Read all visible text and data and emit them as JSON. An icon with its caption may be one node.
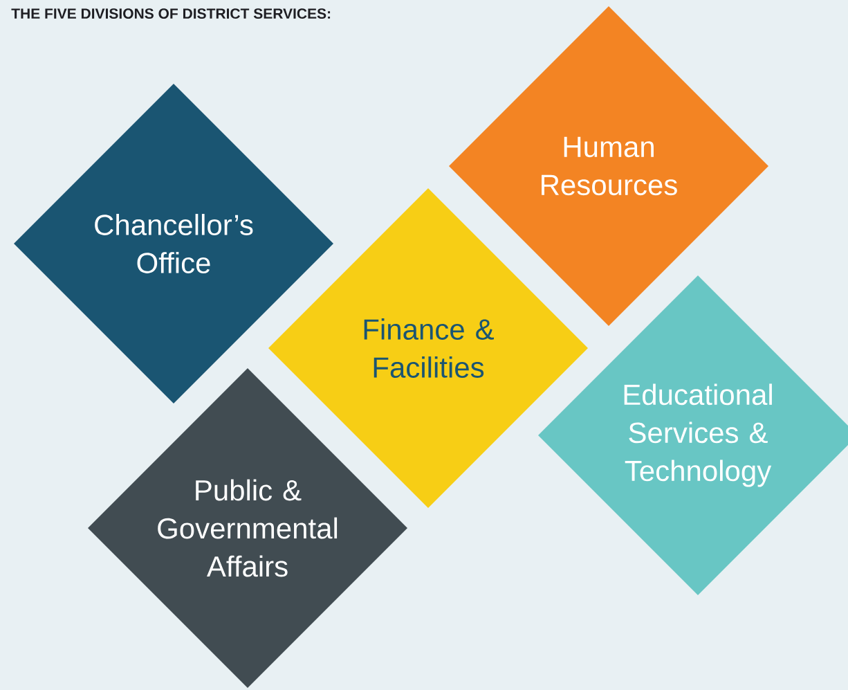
{
  "diagram": {
    "title": "THE FIVE DIVISIONS OF DISTRICT SERVICES:",
    "nodes": [
      {
        "text": [
          "Chancellor’s Office"
        ]
      },
      {
        "text": [
          "Human Resources"
        ]
      },
      {
        "text": [
          "Finance & Facilities"
        ]
      },
      {
        "text": [
          "Educational Services & Technology"
        ]
      },
      {
        "text": [
          "Public & Governmental Affairs"
        ]
      }
    ]
  }
}
